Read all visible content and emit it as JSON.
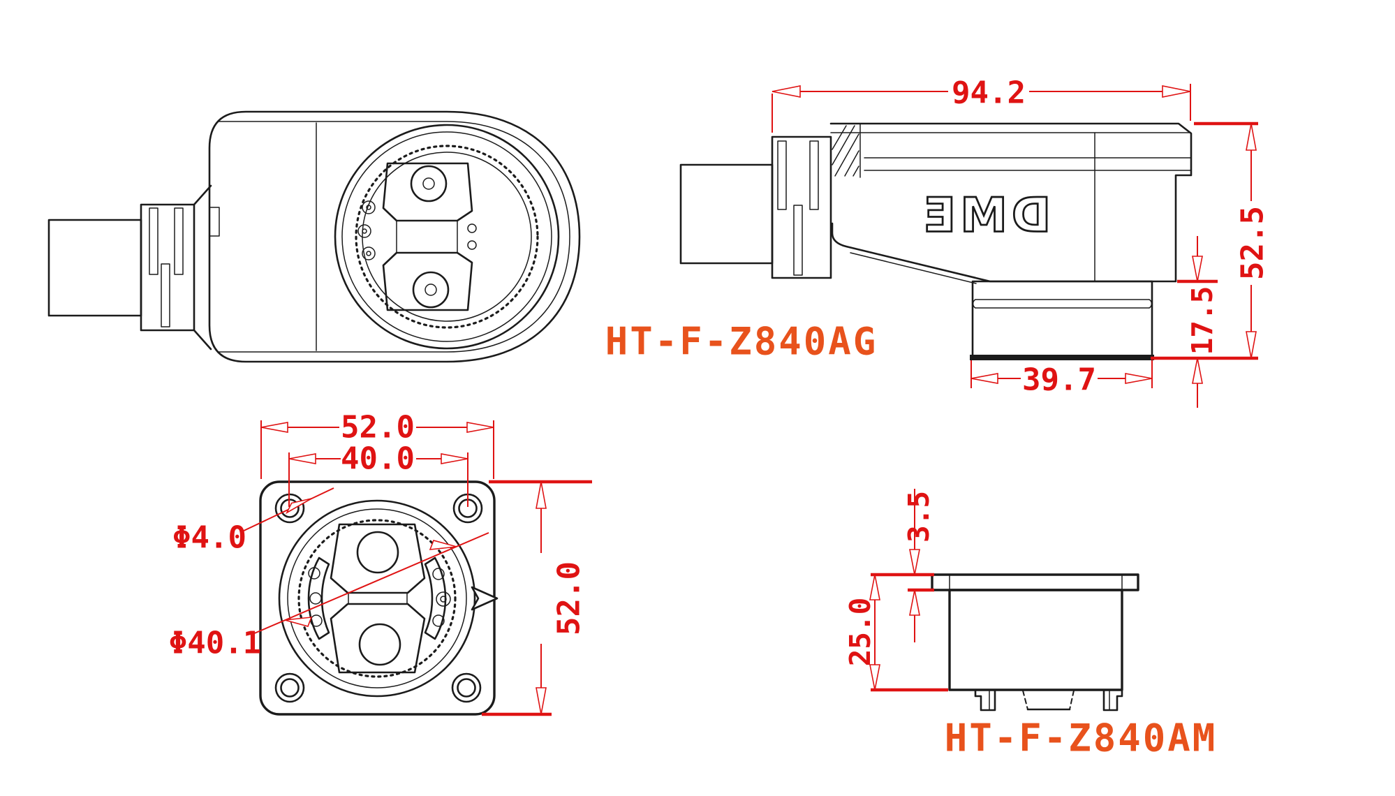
{
  "drawing": {
    "type": "connector dimensional drawing",
    "colors": {
      "background": "#ffffff",
      "line": "#1b1b1b",
      "dimension": "#df1313",
      "label": "#e8521c"
    },
    "views": {
      "plug_side": {
        "name": "plug side view"
      },
      "plug_profile": {
        "label": "HT-F-Z840AG",
        "logo": "DME",
        "dimensions": {
          "overall_length": "94.2",
          "overall_height": "52.5",
          "socket_height": "17.5",
          "socket_width": "39.7"
        }
      },
      "face": {
        "dimensions": {
          "flange_width": "52.0",
          "hole_pitch": "40.0",
          "mount_hole_dia": "Φ4.0",
          "face_dia": "Φ40.1",
          "flange_height": "52.0"
        }
      },
      "receptacle_profile": {
        "label": "HT-F-Z840AM",
        "dimensions": {
          "flange_thickness": "3.5",
          "insert_depth": "25.0"
        }
      }
    }
  }
}
